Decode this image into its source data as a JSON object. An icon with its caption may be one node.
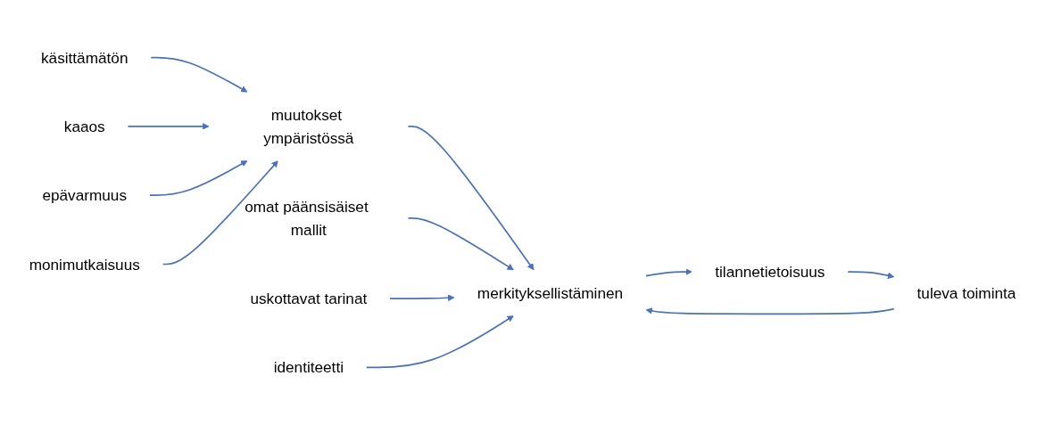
{
  "diagram": {
    "nodes": [
      {
        "text": [
          "käsittämätön"
        ]
      },
      {
        "text": [
          "kaaos"
        ]
      },
      {
        "text": [
          "epävarmuus"
        ]
      },
      {
        "text": [
          "muutokset ympäristössä"
        ]
      },
      {
        "text": [
          "monimutkaisuus"
        ]
      },
      {
        "text": [
          "omat päänsisäiset mallit"
        ]
      },
      {
        "text": [
          "uskottavat tarinat"
        ]
      },
      {
        "text": [
          "identiteetti"
        ]
      },
      {
        "text": [
          "merkityksellistäminen"
        ]
      },
      {
        "text": [
          "tuleva toiminta"
        ]
      },
      {
        "text": [
          "tilannetietoisuus"
        ]
      }
    ],
    "edges": [
      {
        "from": 0,
        "to": 3,
        "arrow": "to"
      },
      {
        "from": 1,
        "to": 3,
        "arrow": "to"
      },
      {
        "from": 2,
        "to": 3,
        "arrow": "to"
      },
      {
        "from": 4,
        "to": 3,
        "arrow": "to"
      },
      {
        "from": 3,
        "to": 8,
        "arrow": "to"
      },
      {
        "from": 5,
        "to": 8,
        "arrow": "to"
      },
      {
        "from": 6,
        "to": 8,
        "arrow": "to"
      },
      {
        "from": 7,
        "to": 8,
        "arrow": "to"
      },
      {
        "from": 8,
        "to": 10,
        "arrow": "to"
      },
      {
        "from": 10,
        "to": 9,
        "arrow": "to"
      },
      {
        "from": 9,
        "to": 8,
        "arrow": "to"
      }
    ]
  }
}
